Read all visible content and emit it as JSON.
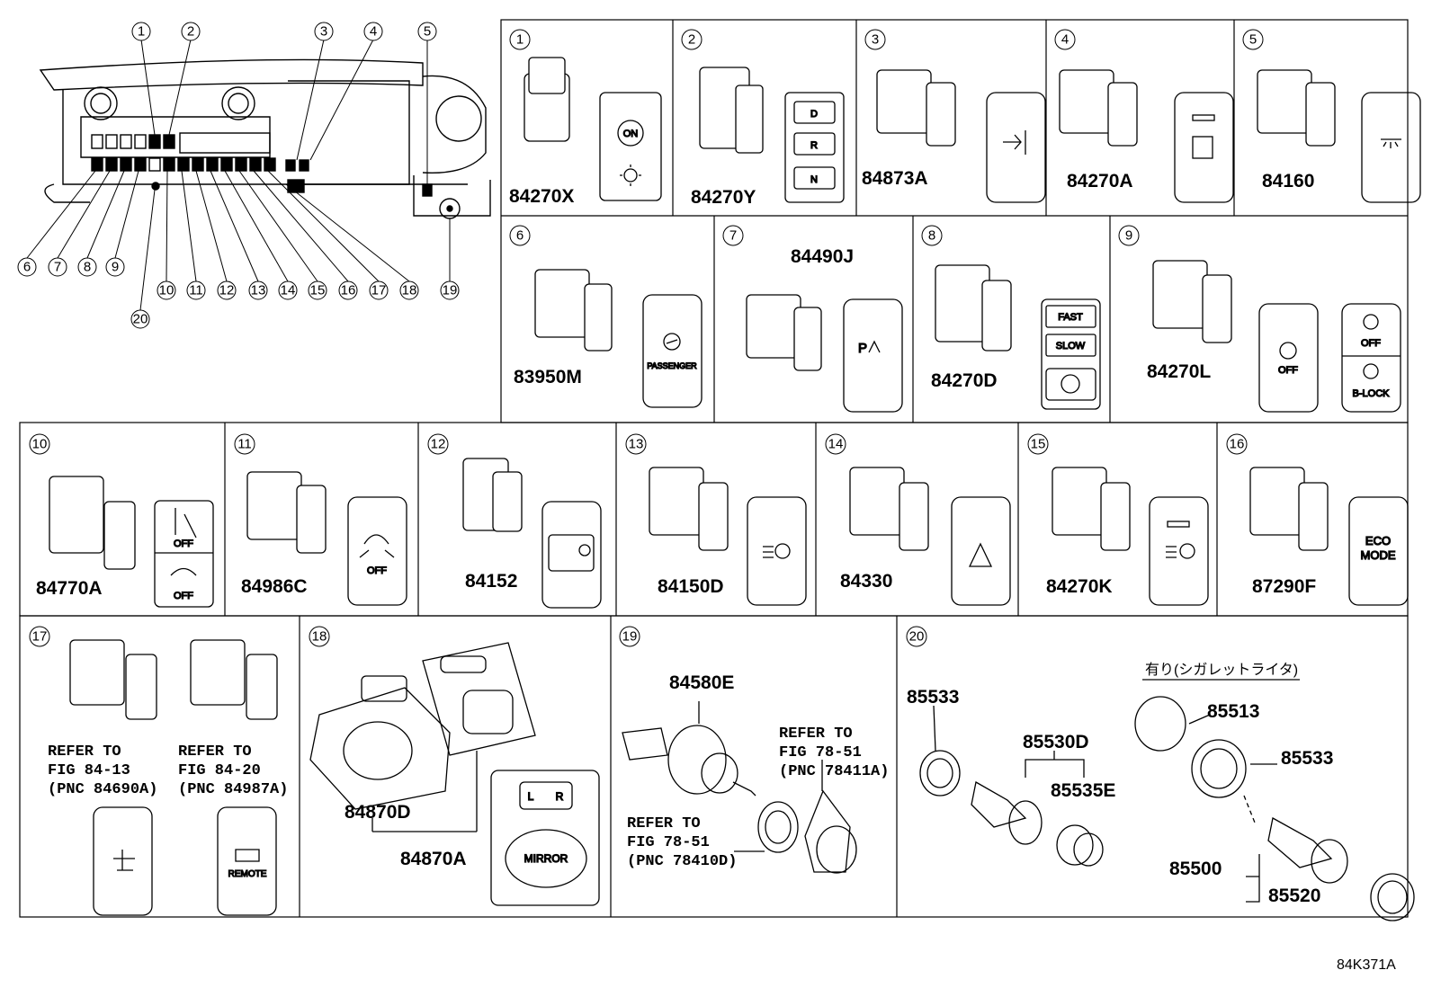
{
  "callouts": [
    "1",
    "2",
    "3",
    "4",
    "5",
    "6",
    "7",
    "8",
    "9",
    "10",
    "11",
    "12",
    "13",
    "14",
    "15",
    "16",
    "17",
    "18",
    "19",
    "20"
  ],
  "panels": [
    {
      "num": "1",
      "parts": [
        "84270X"
      ],
      "labels": [
        "ON"
      ]
    },
    {
      "num": "2",
      "parts": [
        "84270Y"
      ],
      "labels": [
        "D",
        "R",
        "N"
      ]
    },
    {
      "num": "3",
      "parts": [
        "84873A"
      ]
    },
    {
      "num": "4",
      "parts": [
        "84270A"
      ]
    },
    {
      "num": "5",
      "parts": [
        "84160"
      ]
    },
    {
      "num": "6",
      "parts": [
        "83950M"
      ],
      "labels": [
        "PASSENGER"
      ]
    },
    {
      "num": "7",
      "parts": [
        "84490J"
      ]
    },
    {
      "num": "8",
      "parts": [
        "84270D"
      ],
      "labels": [
        "FAST",
        "SLOW"
      ]
    },
    {
      "num": "9",
      "parts": [
        "84270L"
      ],
      "labels": [
        "OFF",
        "OFF",
        "B-LOCK"
      ]
    },
    {
      "num": "10",
      "parts": [
        "84770A"
      ],
      "labels": [
        "OFF",
        "OFF"
      ]
    },
    {
      "num": "11",
      "parts": [
        "84986C"
      ],
      "labels": [
        "OFF"
      ]
    },
    {
      "num": "12",
      "parts": [
        "84152"
      ]
    },
    {
      "num": "13",
      "parts": [
        "84150D"
      ]
    },
    {
      "num": "14",
      "parts": [
        "84330"
      ]
    },
    {
      "num": "15",
      "parts": [
        "84270K"
      ]
    },
    {
      "num": "16",
      "parts": [
        "87290F"
      ],
      "labels": [
        "ECO",
        "MODE"
      ]
    },
    {
      "num": "17",
      "refs": [
        [
          "REFER TO",
          "FIG 84-13",
          "(PNC 84690A)"
        ],
        [
          "REFER TO",
          "FIG 84-20",
          "(PNC 84987A)"
        ]
      ],
      "labels": [
        "REMOTE"
      ]
    },
    {
      "num": "18",
      "parts": [
        "84870D",
        "84870A"
      ],
      "labels": [
        "L",
        "R",
        "MIRROR"
      ]
    },
    {
      "num": "19",
      "parts": [
        "84580E"
      ],
      "refs": [
        [
          "REFER TO",
          "FIG 78-51",
          "(PNC 78411A)"
        ],
        [
          "REFER TO",
          "FIG 78-51",
          "(PNC 78410D)"
        ]
      ]
    },
    {
      "num": "20",
      "parts": [
        "85533",
        "85530D",
        "85535E",
        "85513",
        "85533",
        "85500",
        "85520"
      ],
      "note": "有り(シガレットライタ)"
    }
  ],
  "figure_id": "84K371A"
}
